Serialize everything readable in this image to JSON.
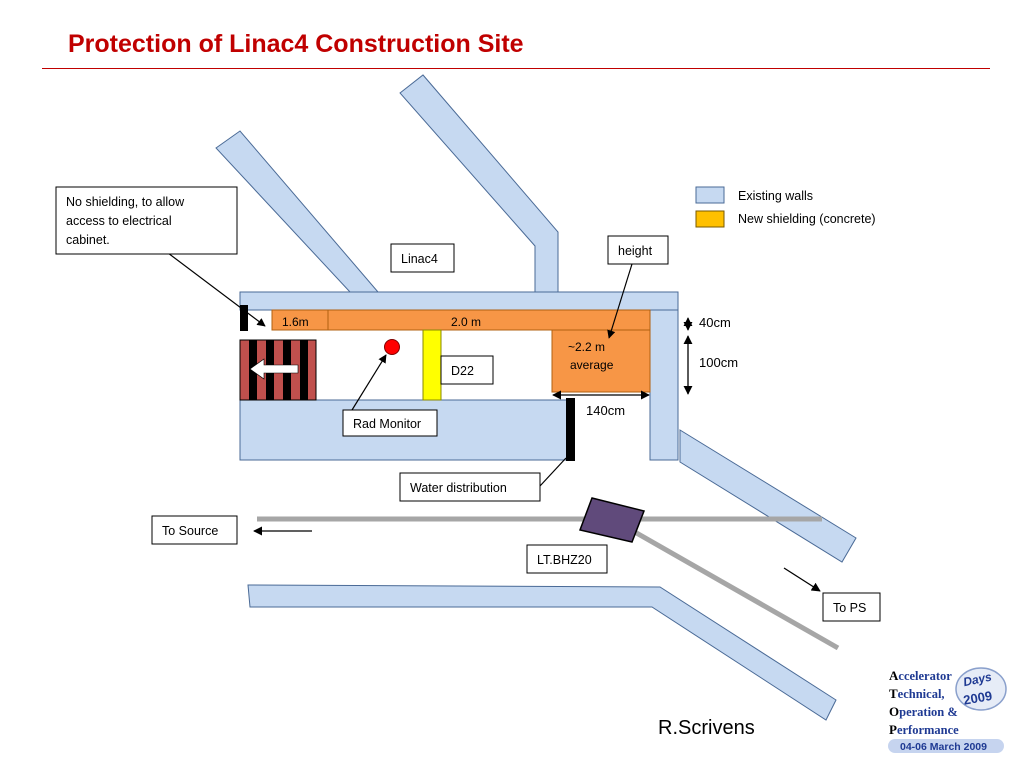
{
  "slide": {
    "title": "Protection of Linac4 Construction Site",
    "author": "R.Scrivens"
  },
  "legend": {
    "items": [
      {
        "label": "Existing walls",
        "color": "#c6d9f1"
      },
      {
        "label": "New shielding (concrete)",
        "color": "#ffc000"
      }
    ]
  },
  "labels": {
    "no_shielding_note": [
      "No shielding, to allow",
      "access to electrical",
      "cabinet."
    ],
    "linac4": "Linac4",
    "height": "height",
    "d22": "D22",
    "rad_monitor": "Rad Monitor",
    "water_distribution": "Water distribution",
    "to_source": "To Source",
    "lt_bhz20": "LT.BHZ20",
    "to_ps": "To PS"
  },
  "dimensions": {
    "segment_short": "1.6m",
    "segment_long": "2.0 m",
    "block_height": [
      "~2.2 m",
      "average"
    ],
    "thickness": "40cm",
    "wall_height": "100cm",
    "block_width": "140cm"
  },
  "logo": {
    "lines": [
      {
        "initial": "A",
        "rest": "ccelerator"
      },
      {
        "initial": "T",
        "rest": "echnical,"
      },
      {
        "initial": "O",
        "rest": "peration &"
      },
      {
        "initial": "P",
        "rest": "erformance"
      }
    ],
    "badge_word": "Days",
    "badge_year": "2009",
    "dates": "04-06 March 2009"
  },
  "colors": {
    "wall_fill": "#c6d9f1",
    "wall_stroke": "#4a6a96",
    "shielding_orange": "#f79646",
    "shielding_stroke": "#b06010",
    "yellow_block": "#ffff00",
    "magnet": "#604a7b",
    "rad_monitor_dot": "#ff0000",
    "title_red": "#c00000",
    "beamline_grey": "#a6a6a6",
    "barrier_red": "#c0504d"
  }
}
